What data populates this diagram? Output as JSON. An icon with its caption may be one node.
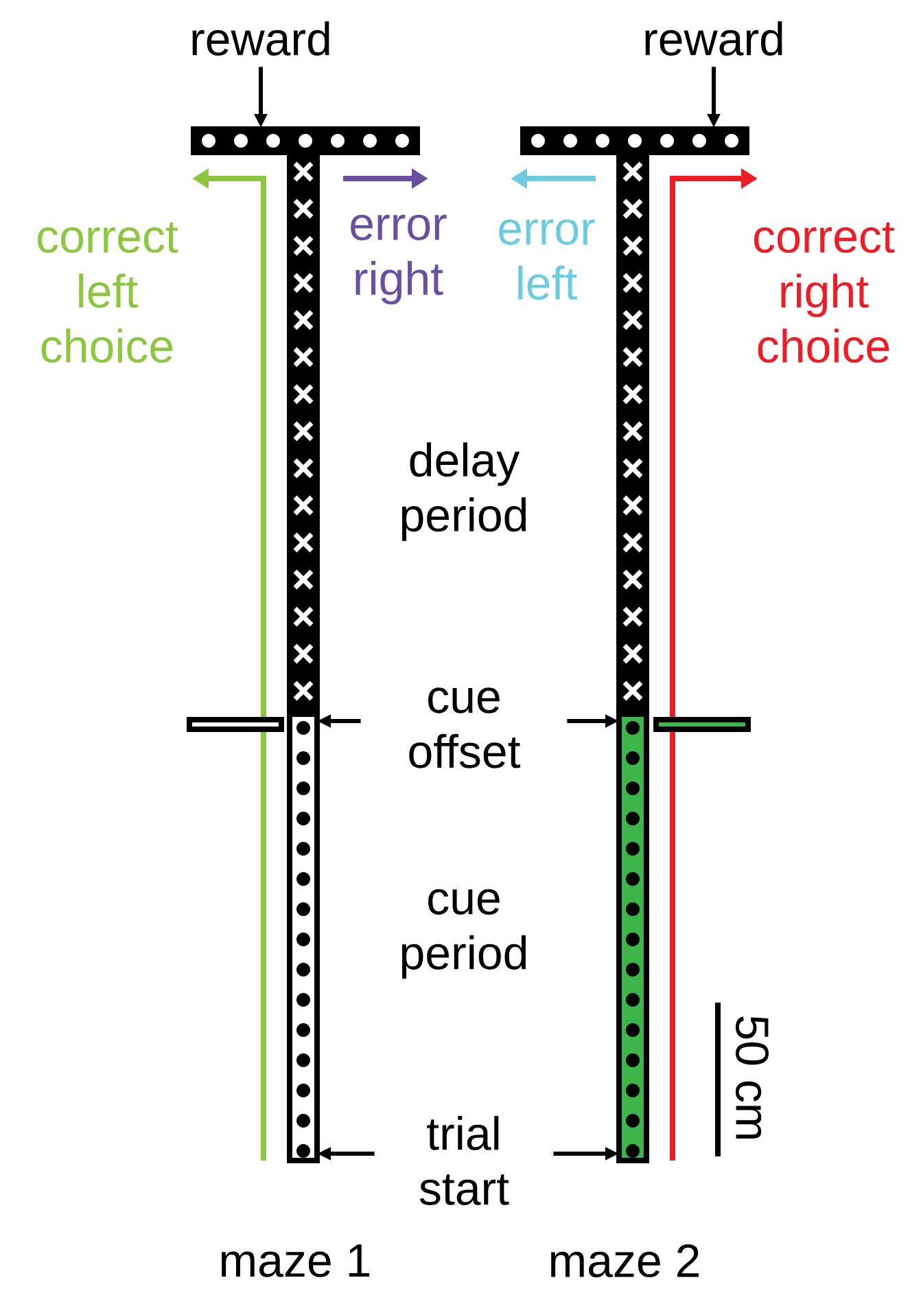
{
  "diagram": {
    "nodes": [
      {
        "text": [
          "reward"
        ]
      },
      {
        "text": [
          "reward"
        ]
      },
      {
        "text": [],
        "shape": "bar"
      },
      {
        "text": [],
        "shape": "bar"
      },
      {
        "text": [],
        "shape": "bar"
      },
      {
        "text": [],
        "shape": "bar"
      },
      {
        "text": [
          "cue offset"
        ]
      },
      {
        "text": [
          "trial start"
        ]
      }
    ],
    "edges": [
      {
        "from": 0,
        "to": 2,
        "arrow": "to"
      },
      {
        "from": 1,
        "to": 3,
        "arrow": "to"
      },
      {
        "from": 6,
        "to": 4,
        "arrow": "to"
      },
      {
        "from": 6,
        "to": 5,
        "arrow": "to"
      },
      {
        "from": 7,
        "to": 4,
        "arrow": "to"
      },
      {
        "from": 7,
        "to": 5,
        "arrow": "to"
      }
    ],
    "labels": [
      "correct left choice",
      "error right",
      "error left",
      "correct right choice",
      "delay period",
      "cue period",
      "50 cm",
      "maze 1",
      "maze 2"
    ]
  }
}
